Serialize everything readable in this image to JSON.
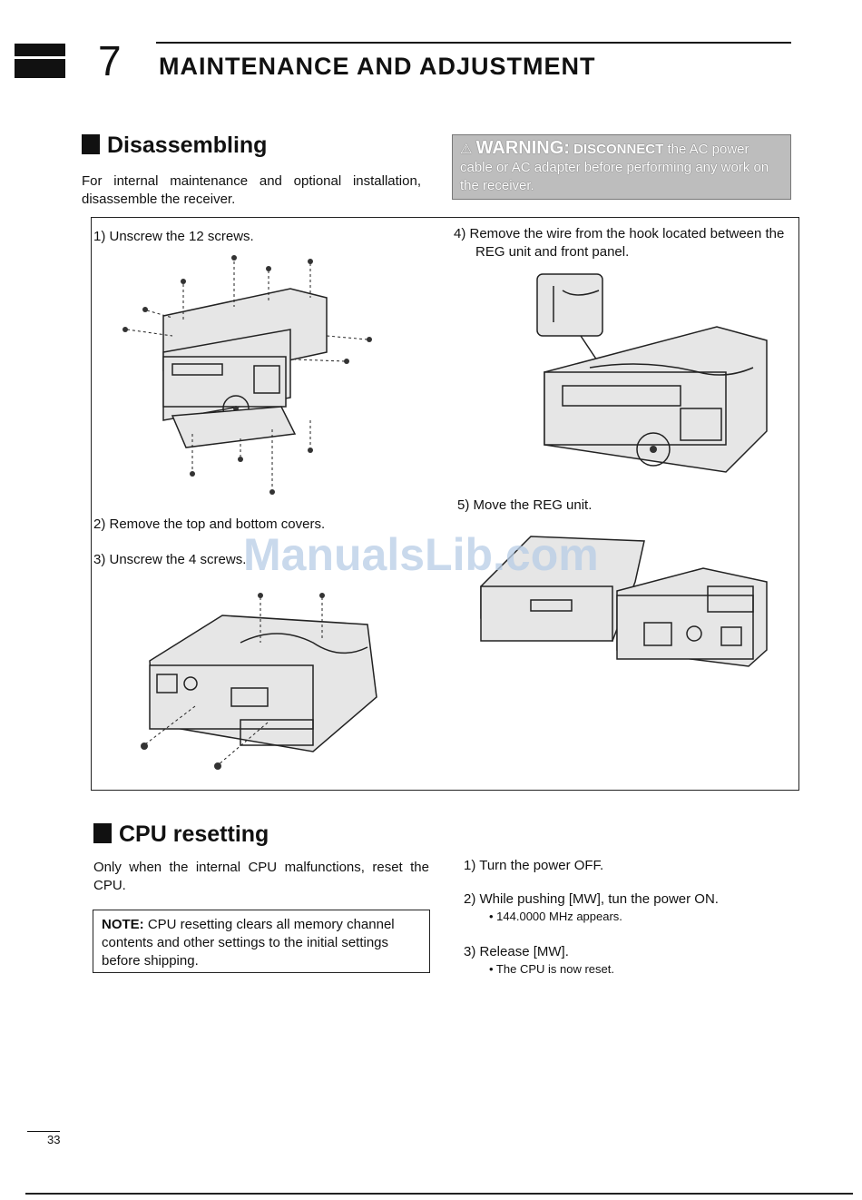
{
  "chapter": {
    "number": "7",
    "title": "MAINTENANCE AND ADJUSTMENT"
  },
  "disassembling": {
    "heading": "Disassembling",
    "intro": "For internal maintenance and optional installation, disassemble the receiver."
  },
  "warning": {
    "title": "WARNING:",
    "word": "DISCONNECT",
    "text": "the AC power cable or AC adapter before performing any work on the receiver."
  },
  "steps": {
    "s1": "1)  Unscrew the 12 screws.",
    "s2": "2)  Remove the top and bottom covers.",
    "s3": "3)  Unscrew the 4 screws.",
    "s4": "4)  Remove the wire from the hook located between the REG unit and front panel.",
    "s5": "5)  Move the REG unit."
  },
  "cpu": {
    "heading": "CPU resetting",
    "intro": "Only when the internal CPU malfunctions, reset the CPU.",
    "note_label": "NOTE:",
    "note_text": "CPU resetting clears all memory channel contents and other settings to the initial settings before shipping.",
    "r1": "1)  Turn the power OFF.",
    "r2": "2)  While pushing [MW],  tun the power ON.",
    "r2_bullet": "• 144.0000 MHz appears.",
    "r3": "3)  Release [MW].",
    "r3_bullet": "• The CPU is now reset."
  },
  "watermark": "ManualsLib.com",
  "page_number": "33"
}
